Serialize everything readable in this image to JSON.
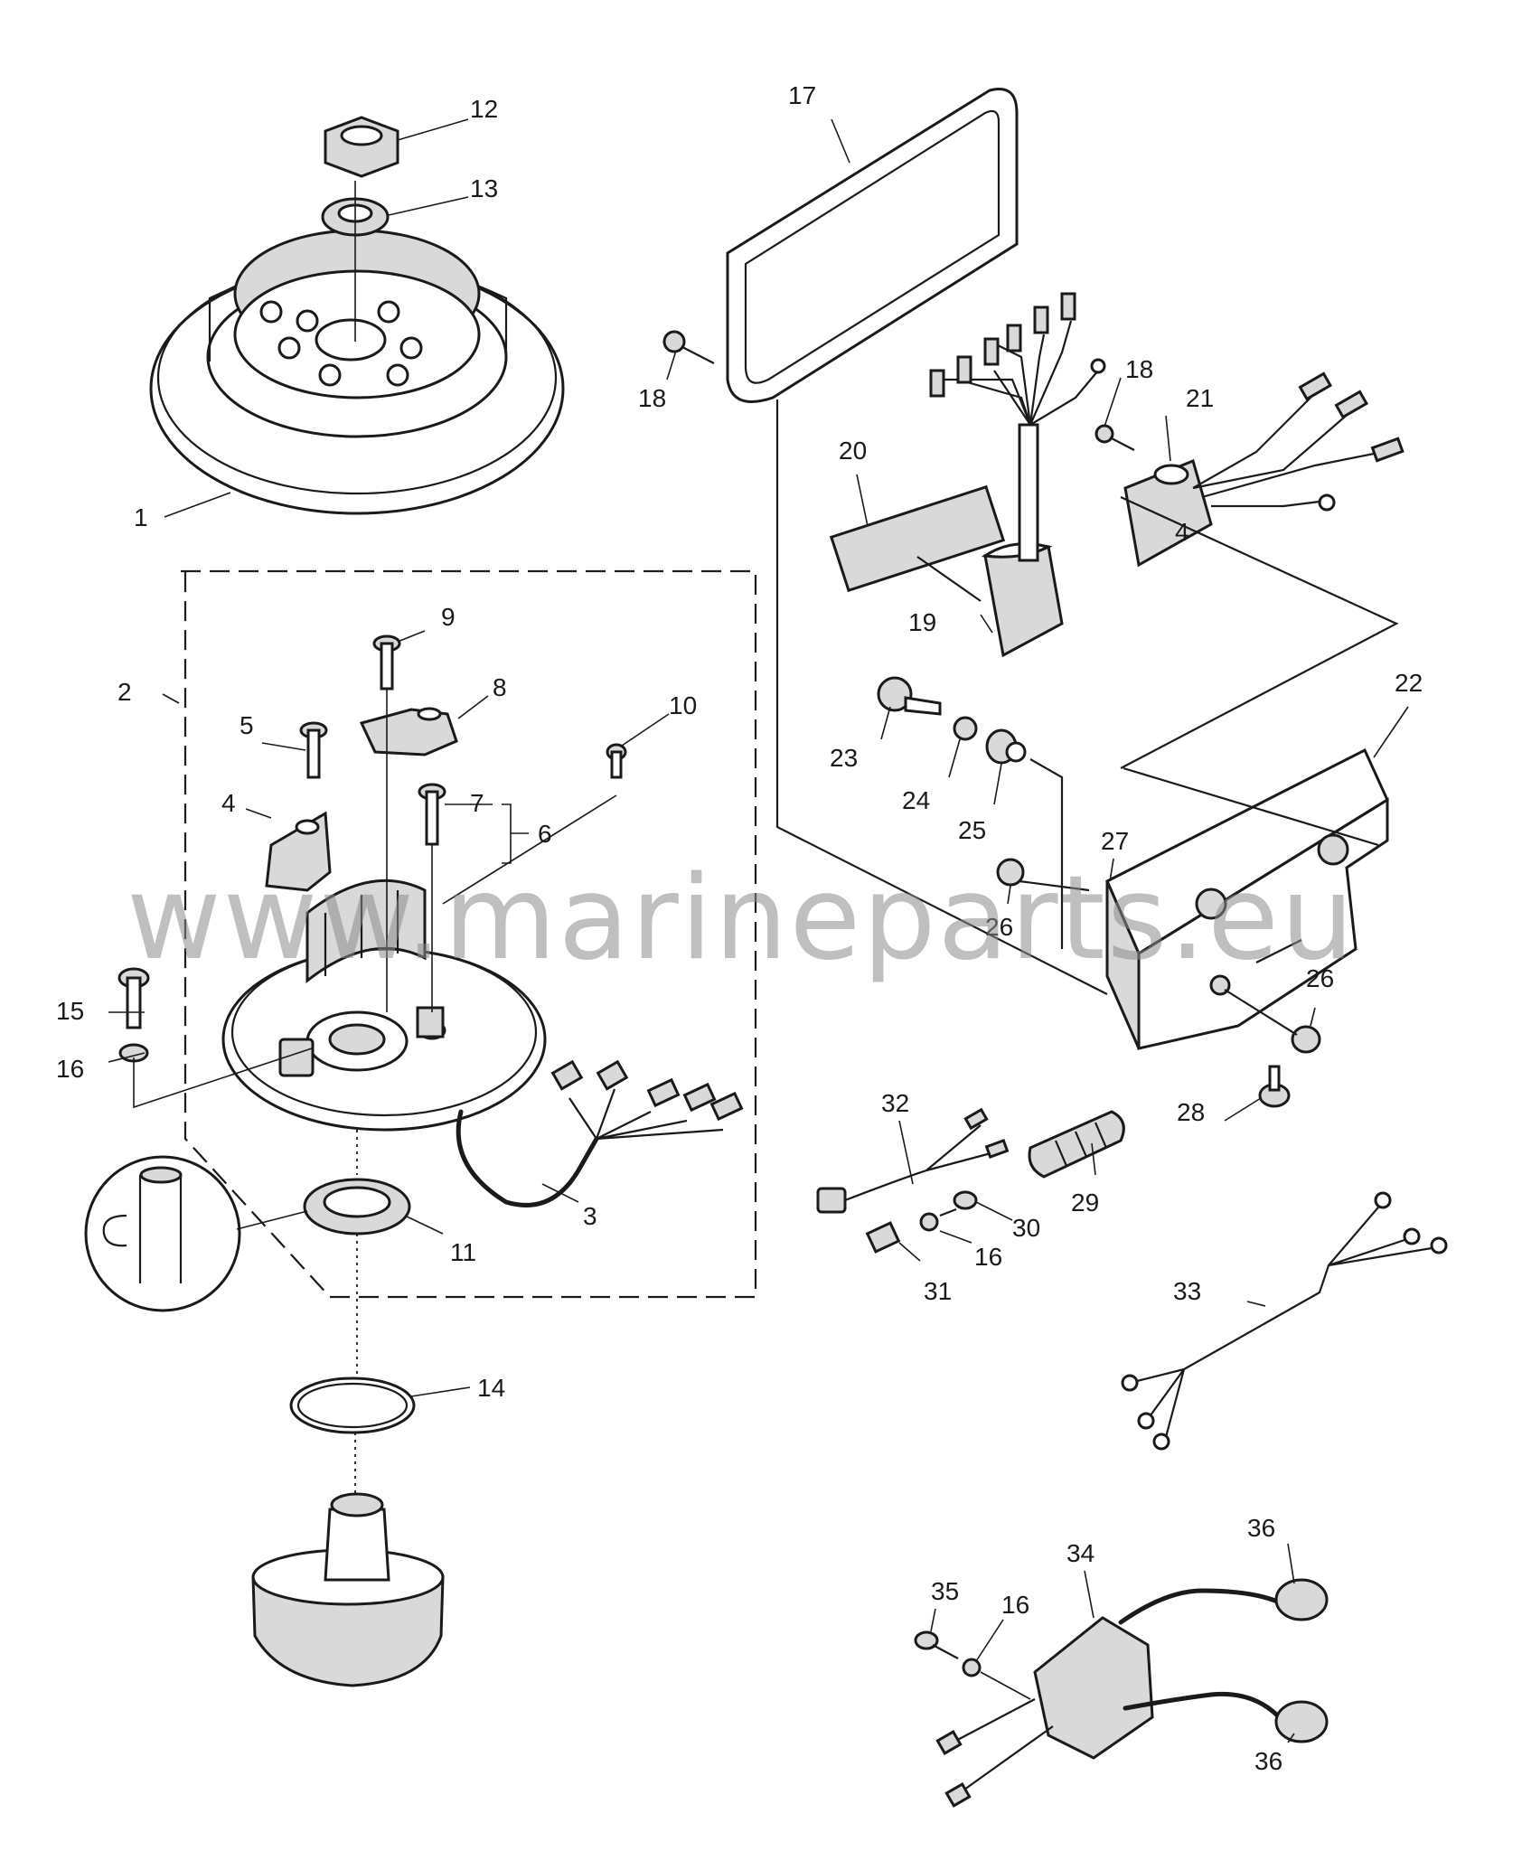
{
  "watermark": "www.marineparts.eu",
  "callouts": [
    {
      "id": "c-1",
      "text": "1"
    },
    {
      "id": "c-2",
      "text": "2"
    },
    {
      "id": "c-3",
      "text": "3"
    },
    {
      "id": "c-4a",
      "text": "4"
    },
    {
      "id": "c-4b",
      "text": "4"
    },
    {
      "id": "c-5",
      "text": "5"
    },
    {
      "id": "c-6",
      "text": "6"
    },
    {
      "id": "c-7",
      "text": "7"
    },
    {
      "id": "c-8",
      "text": "8"
    },
    {
      "id": "c-9",
      "text": "9"
    },
    {
      "id": "c-10",
      "text": "10"
    },
    {
      "id": "c-11",
      "text": "11"
    },
    {
      "id": "c-12",
      "text": "12"
    },
    {
      "id": "c-13",
      "text": "13"
    },
    {
      "id": "c-14",
      "text": "14"
    },
    {
      "id": "c-15",
      "text": "15"
    },
    {
      "id": "c-16a",
      "text": "16"
    },
    {
      "id": "c-16b",
      "text": "16"
    },
    {
      "id": "c-16c",
      "text": "16"
    },
    {
      "id": "c-17",
      "text": "17"
    },
    {
      "id": "c-18a",
      "text": "18"
    },
    {
      "id": "c-18b",
      "text": "18"
    },
    {
      "id": "c-19",
      "text": "19"
    },
    {
      "id": "c-20",
      "text": "20"
    },
    {
      "id": "c-21",
      "text": "21"
    },
    {
      "id": "c-22",
      "text": "22"
    },
    {
      "id": "c-23",
      "text": "23"
    },
    {
      "id": "c-24",
      "text": "24"
    },
    {
      "id": "c-25",
      "text": "25"
    },
    {
      "id": "c-26a",
      "text": "26"
    },
    {
      "id": "c-26b",
      "text": "26"
    },
    {
      "id": "c-27",
      "text": "27"
    },
    {
      "id": "c-28",
      "text": "28"
    },
    {
      "id": "c-29",
      "text": "29"
    },
    {
      "id": "c-30",
      "text": "30"
    },
    {
      "id": "c-31",
      "text": "31"
    },
    {
      "id": "c-32",
      "text": "32"
    },
    {
      "id": "c-33",
      "text": "33"
    },
    {
      "id": "c-34",
      "text": "34"
    },
    {
      "id": "c-35",
      "text": "35"
    },
    {
      "id": "c-36a",
      "text": "36"
    },
    {
      "id": "c-36b",
      "text": "36"
    }
  ]
}
